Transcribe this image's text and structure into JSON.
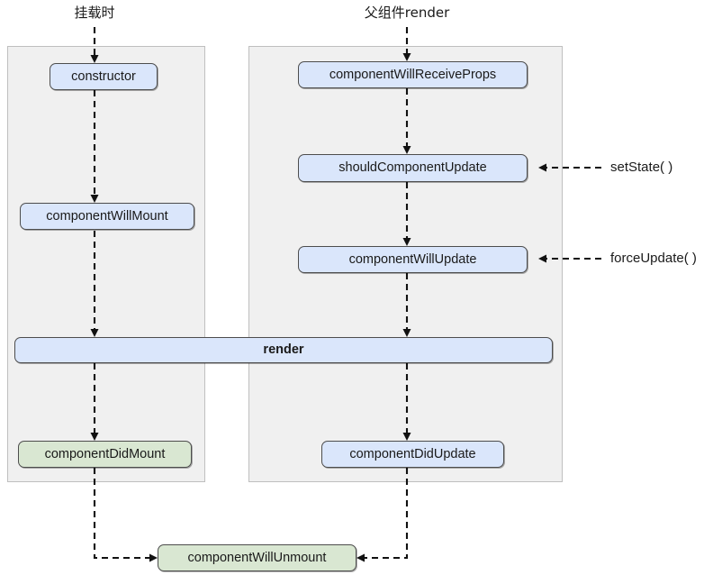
{
  "diagram": {
    "title_mount": "挂载时",
    "title_update": "父组件render",
    "colors": {
      "node_blue": "#dae6fb",
      "node_green": "#d9e7d2",
      "panel_bg": "#f0f0f0",
      "panel_border": "#bfbfbf",
      "node_border": "#4d4d4d",
      "connector": "#111111"
    }
  },
  "mount_phase": {
    "entry_label": "挂载时",
    "nodes": [
      {
        "id": "constructor",
        "label": "constructor",
        "style": "blue"
      },
      {
        "id": "component-will-mount",
        "label": "componentWillMount",
        "style": "blue"
      },
      {
        "id": "component-did-mount",
        "label": "componentDidMount",
        "style": "green"
      }
    ]
  },
  "update_phase": {
    "entry_label": "父组件render",
    "nodes": [
      {
        "id": "component-will-receive-props",
        "label": "componentWillReceiveProps",
        "style": "blue"
      },
      {
        "id": "should-component-update",
        "label": "shouldComponentUpdate",
        "style": "blue"
      },
      {
        "id": "component-will-update",
        "label": "componentWillUpdate",
        "style": "blue"
      },
      {
        "id": "component-did-update",
        "label": "componentDidUpdate",
        "style": "blue"
      }
    ]
  },
  "shared": {
    "render": {
      "id": "render",
      "label": "render",
      "style": "blue"
    },
    "unmount": {
      "id": "component-will-unmount",
      "label": "componentWillUnmount",
      "style": "green"
    }
  },
  "triggers": [
    {
      "id": "set-state",
      "label": "setState( )",
      "target": "shouldComponentUpdate"
    },
    {
      "id": "force-update",
      "label": "forceUpdate( )",
      "target": "componentWillUpdate"
    }
  ]
}
